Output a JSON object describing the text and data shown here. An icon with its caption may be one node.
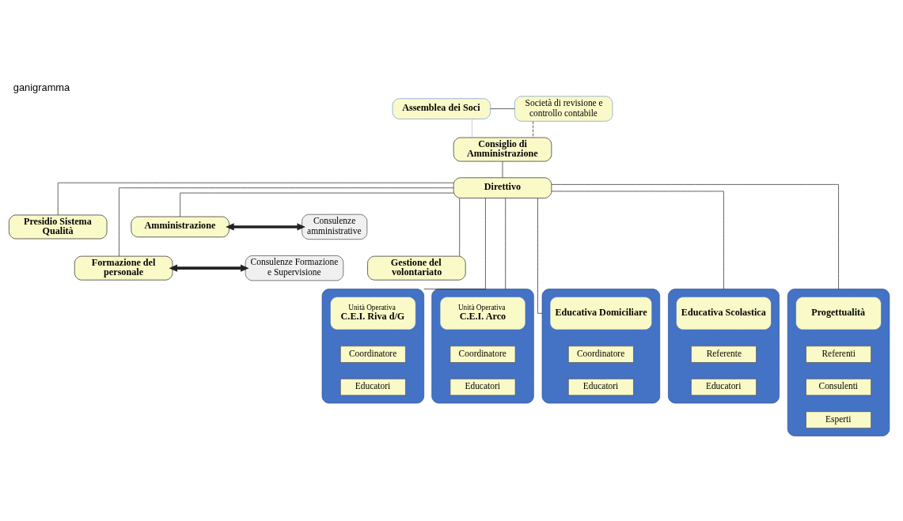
{
  "diagram": {
    "title": "ganigramma",
    "nodes": [
      {
        "text": [
          "Assemblea dei Soci"
        ]
      },
      {
        "text": [
          "Società di revisione e controllo contabile"
        ]
      },
      {
        "text": [
          "Consiglio di Amministrazione"
        ]
      },
      {
        "text": [
          "Direttivo"
        ]
      },
      {
        "text": [
          "Presidio Sistema Qualità"
        ]
      },
      {
        "text": [
          "Amministrazione"
        ]
      },
      {
        "text": [
          "Consulenze amministrative"
        ]
      },
      {
        "text": [
          "Consulenze Formazione e Supervisione"
        ]
      },
      {
        "text": [
          "Formazione del personale"
        ]
      },
      {
        "text": [
          "Gestione del volontariato"
        ]
      },
      {
        "text": [],
        "shape": "box"
      },
      {
        "text": [
          "Unità Operativa",
          "C.E.I. Riva d/G"
        ],
        "in": 10
      },
      {
        "text": [
          "Coordinatore"
        ],
        "in": 10
      },
      {
        "text": [
          "Educatori"
        ],
        "in": 10
      },
      {
        "text": [],
        "shape": "box"
      },
      {
        "text": [
          "Unità Operativa",
          "C.E.I. Arco"
        ],
        "in": 14
      },
      {
        "text": [
          "Coordinatore"
        ],
        "in": 14
      },
      {
        "text": [
          "Educatori"
        ],
        "in": 14
      },
      {
        "text": [],
        "shape": "box"
      },
      {
        "text": [
          "Educativa Domiciliare"
        ],
        "in": 18
      },
      {
        "text": [
          "Coordinatore"
        ],
        "in": 18
      },
      {
        "text": [
          "Educatori"
        ],
        "in": 18
      },
      {
        "text": [],
        "shape": "box"
      },
      {
        "text": [
          "Educativa Scolastica"
        ],
        "in": 22
      },
      {
        "text": [
          "Referente"
        ],
        "in": 22
      },
      {
        "text": [
          "Educatori"
        ],
        "in": 22
      },
      {
        "text": [],
        "shape": "box"
      },
      {
        "text": [
          "Progettualità"
        ],
        "in": 26
      },
      {
        "text": [
          "Referenti"
        ],
        "in": 26
      },
      {
        "text": [
          "Consulenti"
        ],
        "in": 26
      },
      {
        "text": [
          "Esperti"
        ],
        "in": 26
      }
    ],
    "edges": [
      {
        "from": 0,
        "to": 1,
        "arrow": "none"
      },
      {
        "from": 0,
        "to": 2,
        "arrow": "none",
        "color": "#9dbbe3"
      },
      {
        "from": 1,
        "to": 2,
        "arrow": "none",
        "style": "dashed"
      },
      {
        "from": 2,
        "to": 3,
        "arrow": "none"
      },
      {
        "from": 3,
        "to": 4,
        "arrow": "none"
      },
      {
        "from": 3,
        "to": 5,
        "arrow": "none"
      },
      {
        "from": 5,
        "to": 6,
        "arrow": "both",
        "style": "thick"
      },
      {
        "from": 8,
        "to": 7,
        "arrow": "both",
        "style": "thick"
      },
      {
        "from": 3,
        "to": 8,
        "arrow": "none"
      },
      {
        "from": 3,
        "to": 9,
        "arrow": "none"
      },
      {
        "from": 3,
        "to": 10,
        "arrow": "none"
      },
      {
        "from": 3,
        "to": 14,
        "arrow": "none"
      },
      {
        "from": 3,
        "to": 18,
        "arrow": "none"
      },
      {
        "from": 3,
        "to": 22,
        "arrow": "none"
      },
      {
        "from": 3,
        "to": 26,
        "arrow": "none"
      }
    ]
  }
}
